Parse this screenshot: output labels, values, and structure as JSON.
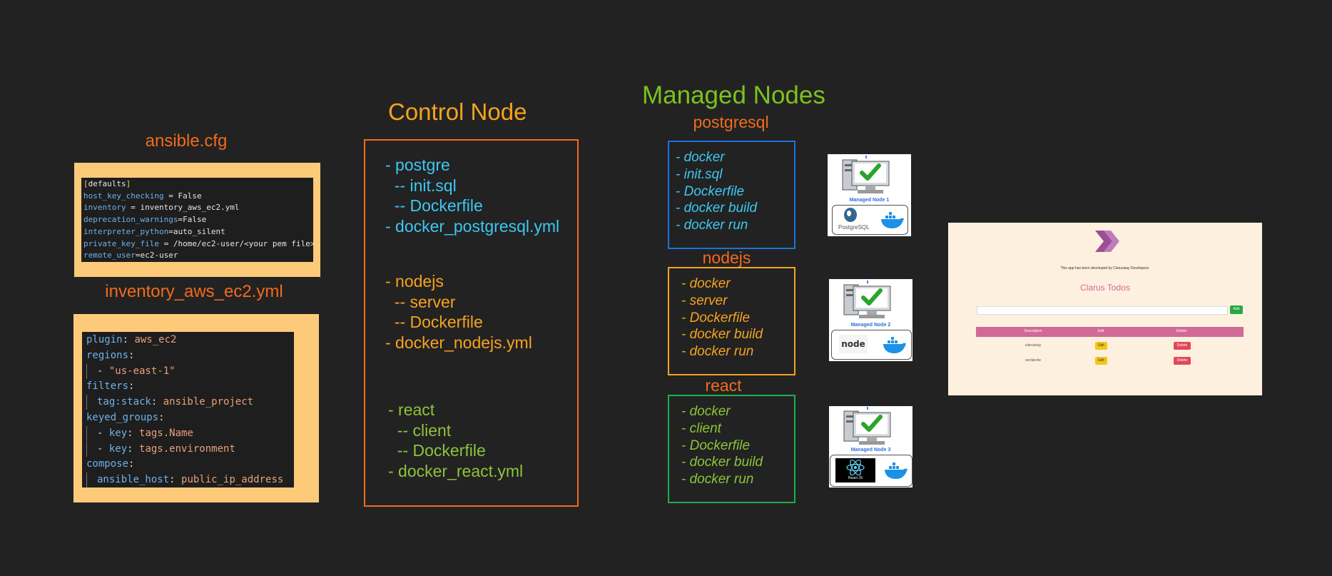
{
  "ansible_cfg": {
    "title": "ansible.cfg",
    "lines": [
      {
        "bracket_open": "[",
        "section": "defaults",
        "bracket_close": "]"
      },
      {
        "key": "host_key_checking",
        "sep": " = ",
        "value": "False"
      },
      {
        "key": "inventory",
        "sep": " = ",
        "value": "inventory_aws_ec2.yml"
      },
      {
        "key": "deprecation_warnings",
        "sep": "=",
        "value": "False"
      },
      {
        "key": "interpreter_python",
        "sep": "=",
        "value": "auto_silent"
      },
      {
        "key": "private_key_file",
        "sep": " = ",
        "value": "/home/ec2-user/<your pem file>"
      },
      {
        "key": "remote_user",
        "sep": "=",
        "value": "ec2-user"
      }
    ]
  },
  "inventory": {
    "title": "inventory_aws_ec2.yml",
    "lines": [
      {
        "key": "plugin",
        "sep": ": ",
        "value": "aws_ec2"
      },
      {
        "key": "regions",
        "sep": ":",
        "value": ""
      },
      {
        "dash": "- ",
        "value": "\"us-east-1\""
      },
      {
        "key": "filters",
        "sep": ":",
        "value": ""
      },
      {
        "key": "tag:stack",
        "sep": ": ",
        "value": "ansible_project"
      },
      {
        "key": "keyed_groups",
        "sep": ":",
        "value": ""
      },
      {
        "dash": "- ",
        "key": "key",
        "sep": ": ",
        "value": "tags.Name"
      },
      {
        "dash": "- ",
        "key": "key",
        "sep": ": ",
        "value": "tags.environment"
      },
      {
        "key": "compose",
        "sep": ":",
        "value": ""
      },
      {
        "key": "ansible_host",
        "sep": ": ",
        "value": "public_ip_address"
      }
    ]
  },
  "control_node": {
    "title": "Control Node",
    "postgres_lines": [
      "- postgre",
      "  -- init.sql",
      "  -- Dockerfile",
      "- docker_postgresql.yml"
    ],
    "nodejs_lines": [
      "- nodejs",
      "  -- server",
      "  -- Dockerfile",
      "- docker_nodejs.yml"
    ],
    "react_lines": [
      "- react",
      "  -- client",
      "  -- Dockerfile",
      "- docker_react.yml"
    ]
  },
  "managed_nodes": {
    "title": "Managed Nodes",
    "groups": [
      {
        "name": "postgresql",
        "steps": [
          "- docker",
          "- init.sql",
          "- Dockerfile",
          "- docker build",
          "- docker run"
        ],
        "card_label": "Managed Node 1",
        "logo_text": "PostgreSQL",
        "border_color": "#1a73d9"
      },
      {
        "name": "nodejs",
        "steps": [
          "- docker",
          "- server",
          "- Dockerfile",
          "- docker build",
          "- docker run"
        ],
        "card_label": "Managed Node 2",
        "logo_text": "node",
        "border_color": "#f5a31f"
      },
      {
        "name": "react",
        "steps": [
          "- docker",
          "- client",
          "- Dockerfile",
          "- docker build",
          "- docker run"
        ],
        "card_label": "Managed Node 3",
        "logo_text": "React JS",
        "border_color": "#1fae4c"
      }
    ]
  },
  "app_preview": {
    "subtitle": "This app has been developed by Clarusway Developers.",
    "title": "Clarus Todos",
    "add_label": "Add",
    "columns": [
      "Description",
      "Edit",
      "Delete"
    ],
    "rows": [
      {
        "description": "clarusway",
        "edit": "Edit",
        "delete": "Delete"
      },
      {
        "description": "serdarcite",
        "edit": "Edit",
        "delete": "Delete"
      }
    ]
  },
  "colors": {
    "background": "#222222",
    "accent_orange": "#f26b1d",
    "cyan": "#3ec7f0",
    "yellow_orange": "#f5a31f",
    "green": "#8cc43a",
    "panel_bg": "#fdca7a"
  }
}
